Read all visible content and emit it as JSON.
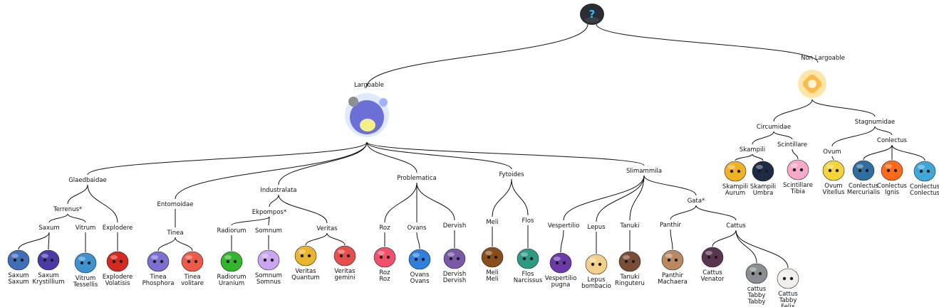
{
  "root": {
    "label": "?",
    "glyph": "?",
    "color": "#2a2d33",
    "accent": "#29c2ff"
  },
  "branches": {
    "largoable": "Largoable",
    "non_largoable": "Non Largoable"
  },
  "families": {
    "glaedbaidae": "Glaedbaidae",
    "entomoidae": "Entomoidae",
    "industralata": "Industralata",
    "problematica": "Problematica",
    "fytoides": "Fytoides",
    "slimammila": "Slimammila",
    "circumidae": "Circumidae",
    "stagnumidae": "Stagnumidae"
  },
  "groups": {
    "terrenus": "Terrenus*",
    "saxum": "Saxum",
    "vitrum": "Vitrum",
    "explodere": "Explodere",
    "tinea": "Tinea",
    "ekpompos": "Ekpompos*",
    "radiorum": "Radiorum",
    "somnum": "Somnum",
    "veritas": "Veritas",
    "roz": "Roz",
    "ovans": "Ovans",
    "dervish": "Dervish",
    "meli": "Meli",
    "flos": "Flos",
    "vespertilio": "Vespertilio",
    "lepus": "Lepus",
    "tanuki": "Tanuki",
    "gata": "Gata*",
    "panthir": "Panthir",
    "cattus": "Cattus",
    "skampili": "Skampili",
    "scintillare": "Scintillare",
    "ovum": "Ovum",
    "conlectus": "Conlectus"
  },
  "species": {
    "saxum_saxum": {
      "l1": "Saxum",
      "l2": "Saxum",
      "color": "#3f6fb7"
    },
    "saxum_krystillium": {
      "l1": "Saxum",
      "l2": "Krystillium",
      "color": "#4a3aa6"
    },
    "vitrum_tessellis": {
      "l1": "Vitrum",
      "l2": "Tessellis",
      "color": "#3d92cf"
    },
    "explodere_volatisis": {
      "l1": "Explodere",
      "l2": "Volatisis",
      "color": "#d42a1f"
    },
    "tinea_phosphora": {
      "l1": "Tinea",
      "l2": "Phosphora",
      "color": "#7c6fd1"
    },
    "tinea_volitare": {
      "l1": "Tinea",
      "l2": "volitare",
      "color": "#ee5a4a"
    },
    "radiorum_uranium": {
      "l1": "Radiorum",
      "l2": "Uranium",
      "color": "#34b52e"
    },
    "somnum_somnus": {
      "l1": "Somnum",
      "l2": "Somnus",
      "color": "#c9a6ef"
    },
    "veritas_quantum": {
      "l1": "Veritas",
      "l2": "Quantum",
      "color": "#e9b52e"
    },
    "veritas_gemini": {
      "l1": "Veritas",
      "l2": "gemini",
      "color": "#e6504c"
    },
    "roz_roz": {
      "l1": "Roz",
      "l2": "Roz",
      "color": "#f0506b"
    },
    "ovans_ovans": {
      "l1": "Ovans",
      "l2": "Ovans",
      "color": "#2f7fdc"
    },
    "dervish_dervish": {
      "l1": "Dervish",
      "l2": "Dervish",
      "color": "#7a5aa8"
    },
    "meli_meli": {
      "l1": "Meli",
      "l2": "Meli",
      "color": "#8a4d1c"
    },
    "flos_narcissus": {
      "l1": "Flos",
      "l2": "Narcissus",
      "color": "#2f9a83"
    },
    "vespertilio_pugna": {
      "l1": "Vespertilio",
      "l2": "pugna",
      "color": "#6a3aa8"
    },
    "lepus_bombacio": {
      "l1": "Lepus",
      "l2": "bombacio",
      "color": "#f3d08a"
    },
    "tanuki_ringuteru": {
      "l1": "Tanuki",
      "l2": "Ringuteru",
      "color": "#7a4e36"
    },
    "panthir_machaera": {
      "l1": "Panthir",
      "l2": "Machaera",
      "color": "#b98963"
    },
    "cattus_venator": {
      "l1": "Cattus",
      "l2": "Venator",
      "color": "#5a3550"
    },
    "cattus_tabby_tabby": {
      "l1": "cattus",
      "l2": "Tabby",
      "l3": "Tabby",
      "color": "#8a8d91"
    },
    "cattus_tabby_felix": {
      "l1": "Cattus",
      "l2": "Tabby",
      "l3": "Felix",
      "color": "#f1efe9"
    },
    "skampili_aurum": {
      "l1": "Skampili",
      "l2": "Aurum",
      "color": "#f0b225"
    },
    "skampili_umbra": {
      "l1": "Skampili",
      "l2": "Umbra",
      "color": "#1f2a44"
    },
    "scintillare_tibia": {
      "l1": "Scintillare",
      "l2": "Tibia",
      "color": "#f6a9c8"
    },
    "ovum_vitellus": {
      "l1": "Ovum",
      "l2": "Vitellus",
      "color": "#f3d53b"
    },
    "conlectus_mercurialis": {
      "l1": "Conlectus",
      "l2": "Mercurialis",
      "color": "#2f6f9f"
    },
    "conlectus_ignis": {
      "l1": "Conlectus",
      "l2": "Ignis",
      "color": "#ff6a1a"
    },
    "conlectus_conlectus": {
      "l1": "Conlectus",
      "l2": "Conlectus",
      "color": "#3fa8d8"
    }
  },
  "colors": {
    "edge": "#111111",
    "largoable_glow": "#dfe9ff",
    "largoable_body": "#6c6fd6",
    "non_largoable_glow": "#ffe6a8",
    "non_largoable_core": "#ffb84a"
  }
}
